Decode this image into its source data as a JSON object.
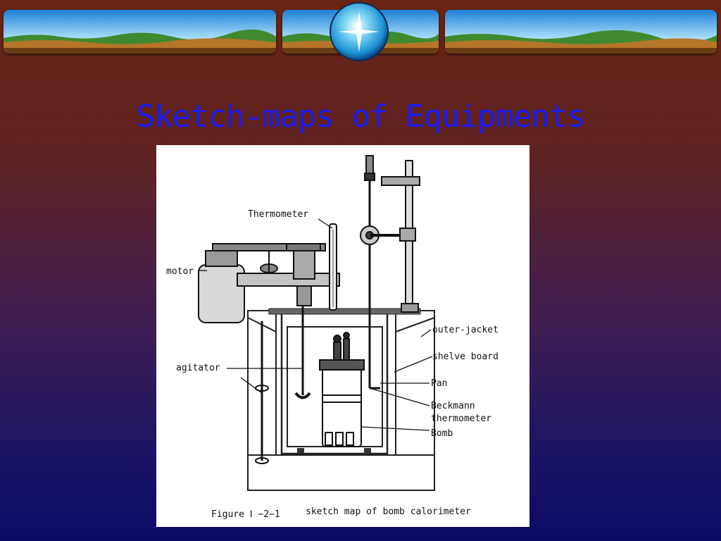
{
  "slide": {
    "title": "Sketch-maps of Equipments"
  },
  "figure": {
    "labels": {
      "thermometer": "Thermometer",
      "motor": "motor",
      "agitator": "agitator",
      "outer_jacket": "outer-jacket",
      "shelve_board": "shelve board",
      "pan": "Pan",
      "beckmann_line1": "Beckmann",
      "beckmann_line2": "thermometer",
      "bomb": "Bomb"
    },
    "caption_prefix": "Figure Ⅰ −2−1",
    "caption_text": "sketch map of bomb calorimeter"
  },
  "colors": {
    "title": "#1a1af0",
    "background_top": "#6a2412",
    "background_bottom": "#0a0a66",
    "banner_sky": "#37a6e6",
    "banner_land": "#2f7a2c"
  }
}
